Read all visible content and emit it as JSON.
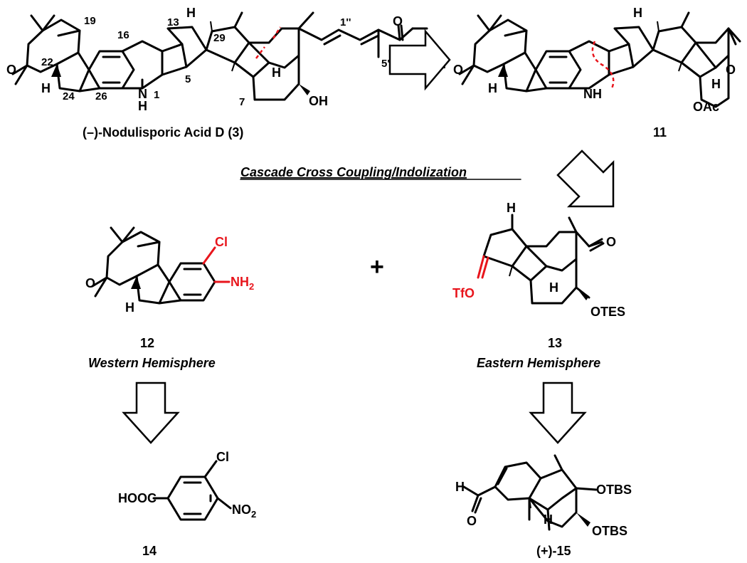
{
  "labels": {
    "compound_3": "(–)-Nodulisporic Acid D (3)",
    "compound_11": "11",
    "compound_12": "12",
    "compound_13": "13",
    "compound_14": "14",
    "compound_15": "(+)-15",
    "western": "Western Hemisphere",
    "eastern": "Eastern Hemisphere",
    "cascade": "Cascade Cross Coupling/Indolization",
    "plus": "+"
  },
  "atoms": {
    "O": "O",
    "H": "H",
    "OH": "OH",
    "N": "N",
    "NH": "NH",
    "NH2_main": "NH",
    "NH2_sub": "2",
    "Cl": "Cl",
    "TfO": "TfO",
    "OAc": "OAc",
    "OTES": "OTES",
    "OTBS": "OTBS",
    "HOOC": "HOOC",
    "NO2_main": "NO",
    "NO2_sub": "2"
  },
  "numbering": {
    "n19": "19",
    "n16": "16",
    "n13": "13",
    "n29": "29",
    "n1pp": "1''",
    "n22": "22",
    "n24": "24",
    "n26": "26",
    "n1": "1",
    "n5": "5",
    "n7": "7",
    "n5pp": "5''"
  },
  "colors": {
    "highlight": "#e8151c",
    "ink": "#000000"
  }
}
